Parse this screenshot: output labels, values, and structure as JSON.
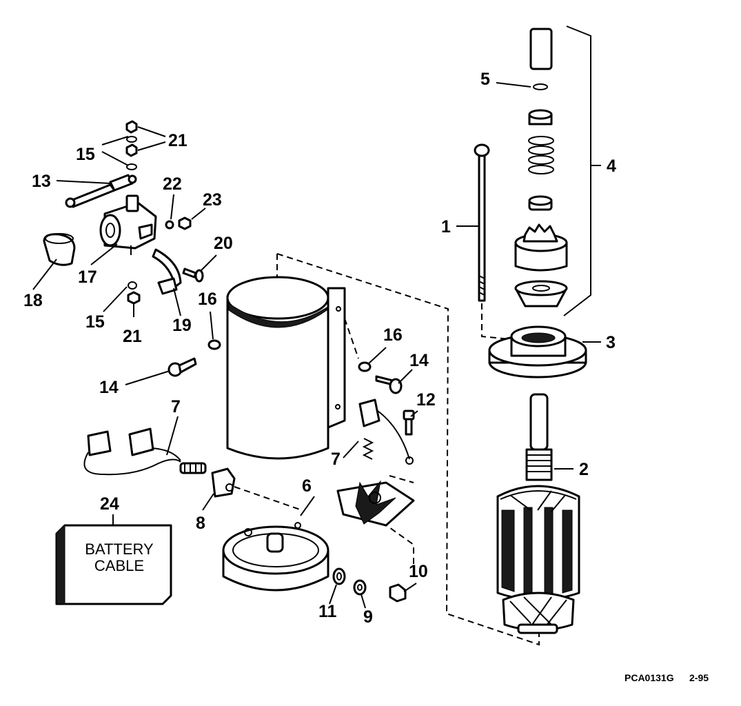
{
  "callouts": {
    "c1": "1",
    "c2": "2",
    "c3": "3",
    "c4": "4",
    "c5": "5",
    "c6": "6",
    "c7a": "7",
    "c7b": "7",
    "c8": "8",
    "c9": "9",
    "c10": "10",
    "c11": "11",
    "c12": "12",
    "c13": "13",
    "c14a": "14",
    "c14b": "14",
    "c15a": "15",
    "c15b": "15",
    "c16a": "16",
    "c16b": "16",
    "c17": "17",
    "c18": "18",
    "c19": "19",
    "c20": "20",
    "c21a": "21",
    "c21b": "21",
    "c22": "22",
    "c23": "23",
    "c24": "24"
  },
  "battery_cable_box": {
    "line1": "BATTERY",
    "line2": "CABLE"
  },
  "figure_id": "PCA0131G",
  "figure_date": "2-95"
}
